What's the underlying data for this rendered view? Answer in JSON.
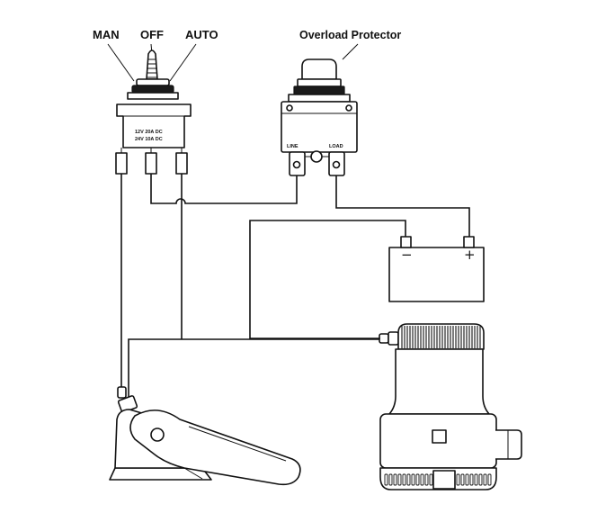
{
  "switch": {
    "label_man": "MAN",
    "label_off": "OFF",
    "label_auto": "AUTO",
    "rating_line1": "12V  20A  DC",
    "rating_line2": "24V  10A  DC"
  },
  "overload_protector": {
    "label": "Overload Protector",
    "terminal_left": "LINE",
    "terminal_right": "LOAD"
  },
  "battery": {
    "negative_symbol": "−",
    "positive_symbol": "+"
  },
  "colors": {
    "line": "#111111",
    "background": "#ffffff"
  }
}
